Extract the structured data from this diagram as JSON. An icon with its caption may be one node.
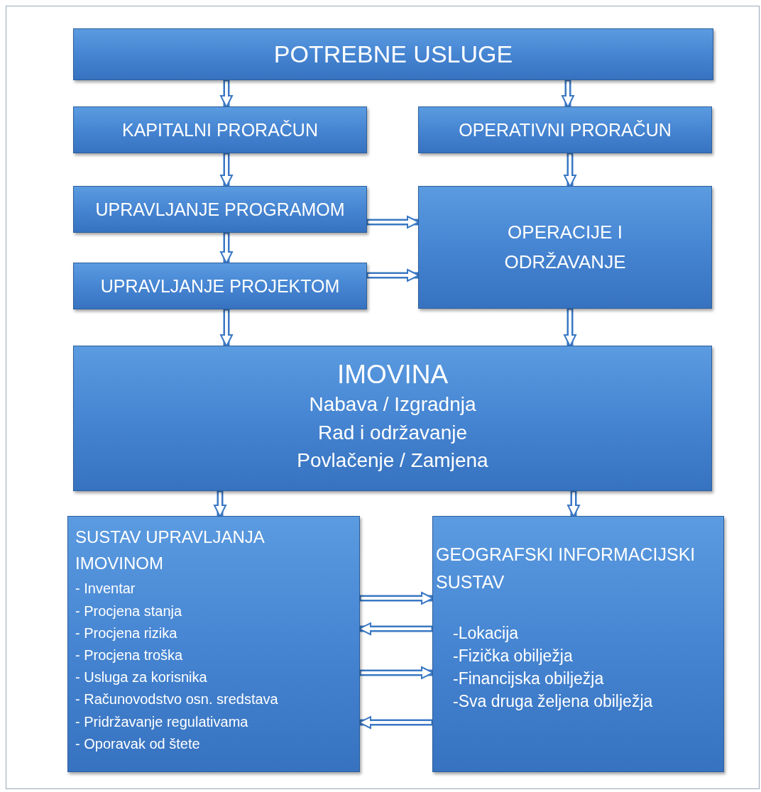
{
  "diagram": {
    "nodes": [
      {
        "text": [
          "POTREBNE USLUGE"
        ]
      },
      {
        "text": [
          "KAPITALNI PRORAČUN"
        ]
      },
      {
        "text": [
          "OPERATIVNI PRORAČUN"
        ]
      },
      {
        "text": [
          "UPRAVLJANJE PROGRAMOM"
        ]
      },
      {
        "text": [
          "OPERACIJE I ODRŽAVANJE"
        ]
      },
      {
        "text": [
          "UPRAVLJANJE PROJEKTOM"
        ]
      },
      {
        "text": [
          "IMOVINA",
          "Nabava / Izgradnja",
          "Rad i održavanje",
          "Povlačenje / Zamjena"
        ]
      },
      {
        "text": [
          "SUSTAV UPRAVLJANJA IMOVINOM",
          "- Inventar",
          "- Procjena stanja",
          "- Procjena rizika",
          "- Procjena troška",
          "- Usluga za korisnika",
          "- Računovodstvo osn. sredstava",
          "- Pridržavanje regulativama",
          "- Oporavak od štete"
        ]
      },
      {
        "text": [
          "GEOGRAFSKI INFORMACIJSKI SUSTAV",
          "-Lokacija",
          "-Fizička obilježja",
          "-Financijska obilježja",
          "-Sva druga željena obilježja"
        ]
      }
    ],
    "edges": [
      {
        "from": 0,
        "to": 1,
        "arrow": "to"
      },
      {
        "from": 0,
        "to": 2,
        "arrow": "to"
      },
      {
        "from": 1,
        "to": 3,
        "arrow": "to"
      },
      {
        "from": 2,
        "to": 4,
        "arrow": "to"
      },
      {
        "from": 3,
        "to": 5,
        "arrow": "to"
      },
      {
        "from": 3,
        "to": 4,
        "arrow": "to"
      },
      {
        "from": 5,
        "to": 4,
        "arrow": "to"
      },
      {
        "from": 5,
        "to": 6,
        "arrow": "to"
      },
      {
        "from": 4,
        "to": 6,
        "arrow": "to"
      },
      {
        "from": 6,
        "to": 7,
        "arrow": "to"
      },
      {
        "from": 6,
        "to": 8,
        "arrow": "to"
      },
      {
        "from": 7,
        "to": 8,
        "arrow": "to"
      },
      {
        "from": 8,
        "to": 7,
        "arrow": "to"
      },
      {
        "from": 7,
        "to": 8,
        "arrow": "to"
      },
      {
        "from": 8,
        "to": 7,
        "arrow": "to"
      }
    ]
  }
}
